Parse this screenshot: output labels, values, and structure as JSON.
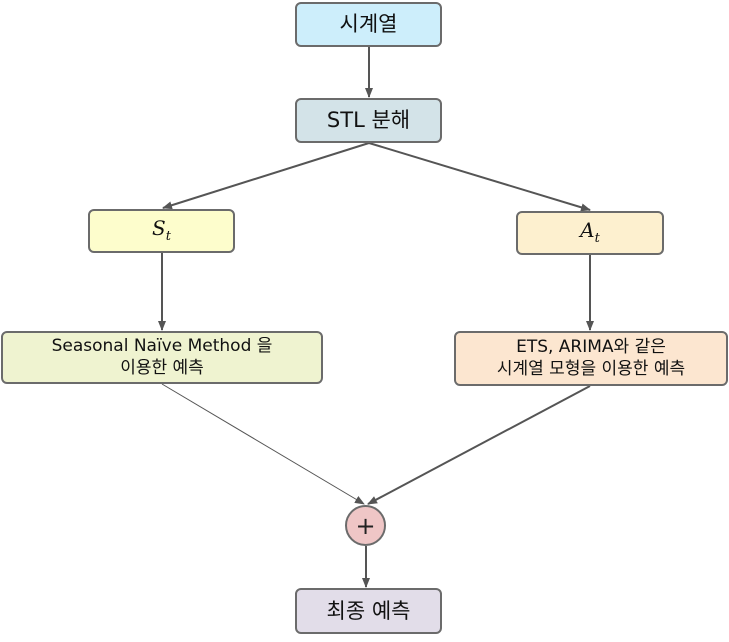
{
  "nodes": {
    "series": "시계열",
    "stl": "STL 분해",
    "seasonal": {
      "symbol": "S",
      "subscript": "t"
    },
    "adjusted": {
      "symbol": "A",
      "subscript": "t"
    },
    "snaive": {
      "line1": "Seasonal Naïve Method 을",
      "line2": "이용한 예측"
    },
    "ets": {
      "line1": "ETS, ARIMA와 같은",
      "line2": "시계열 모형을 이용한 예측"
    },
    "plus": "+",
    "final": "최종 예측"
  },
  "colors": {
    "series": "#cdeefb",
    "stl": "#d3e3e8",
    "seasonal": "#fdfdcc",
    "adjusted": "#fdf0cf",
    "snaive": "#eff3d0",
    "ets": "#fce6d0",
    "plus": "#efc6c6",
    "final": "#e2dde9",
    "edge": "#555555"
  }
}
